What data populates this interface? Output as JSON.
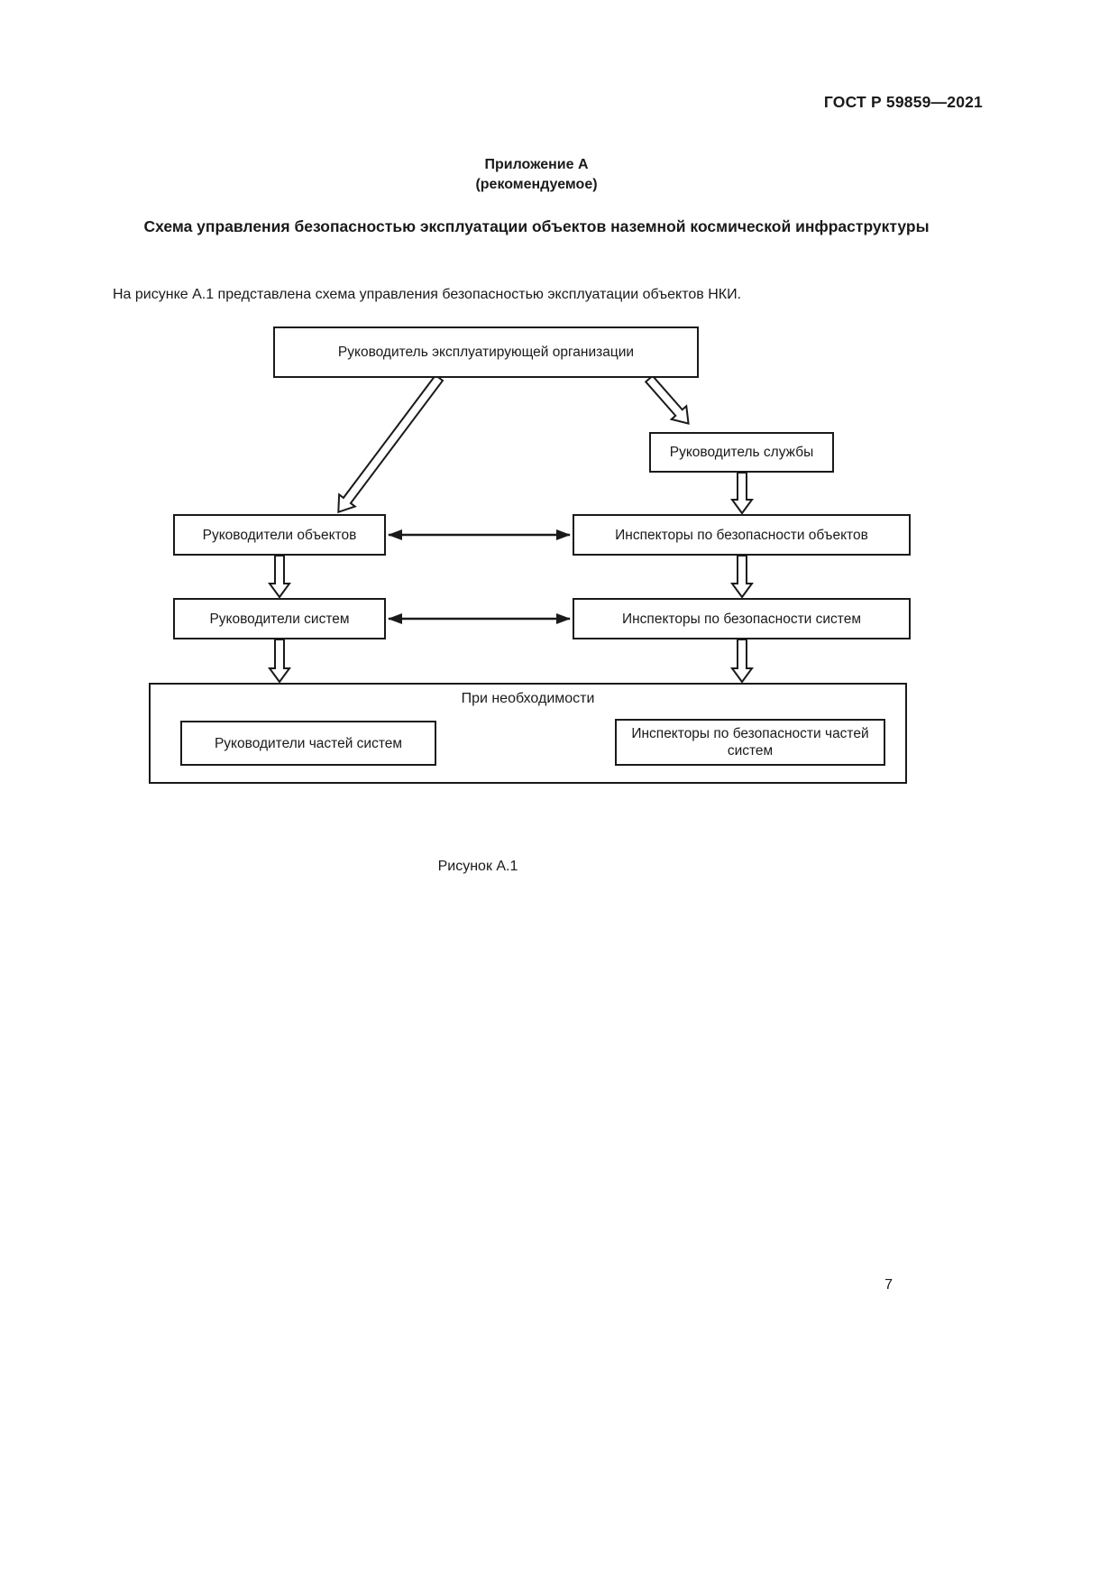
{
  "header": {
    "standard": "ГОСТ Р 59859—2021"
  },
  "appendix": {
    "label": "Приложение А",
    "type": "(рекомендуемое)",
    "title": "Схема управления безопасностью эксплуатации объектов наземной космической инфраструктуры",
    "intro": "На рисунке А.1 представлена схема управления безопасностью эксплуатации объектов НКИ."
  },
  "diagram": {
    "boxes": {
      "org_head": "Руководитель эксплуатирующей организации",
      "service_head": "Руководитель службы",
      "object_heads": "Руководители объектов",
      "object_inspectors": "Инспекторы по безопасности объектов",
      "system_heads": "Руководители систем",
      "system_inspectors": "Инспекторы по безопасности систем",
      "optional_label": "При необходимости",
      "system_part_heads": "Руководители частей систем",
      "system_part_inspectors": "Инспекторы по безопасности частей систем"
    },
    "caption": "Рисунок А.1"
  },
  "footer": {
    "page_number": "7"
  },
  "colors": {
    "ink": "#1a1a1a",
    "paper": "#ffffff"
  }
}
